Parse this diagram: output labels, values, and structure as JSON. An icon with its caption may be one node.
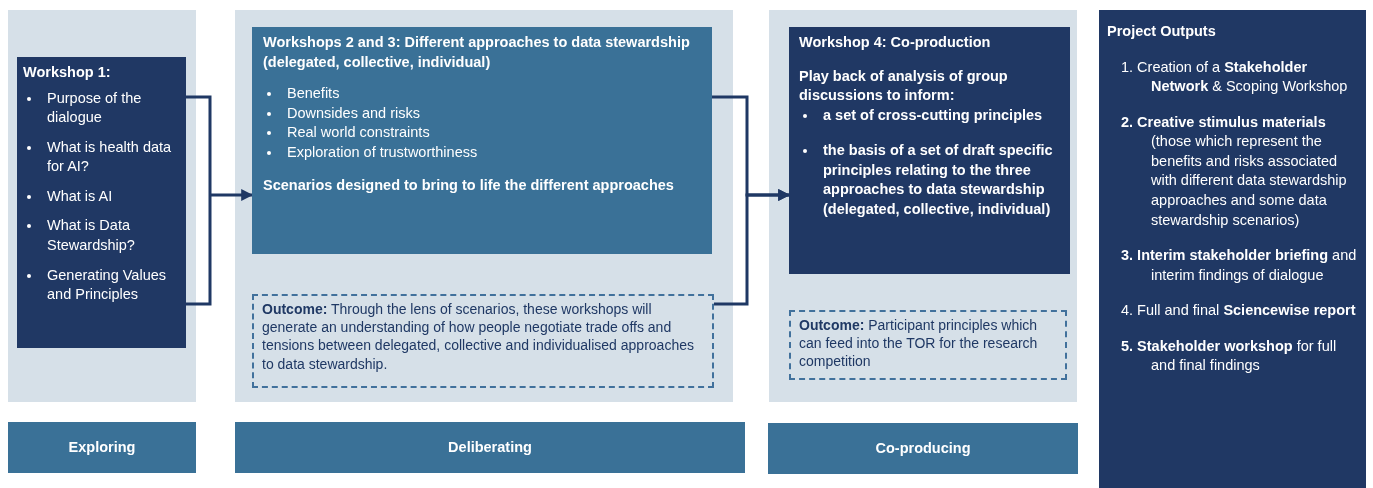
{
  "diagram": {
    "nodes": [
      {
        "text": [
          "Workshop 1:",
          "Purpose of the dialogue",
          "What is health data for AI?",
          "What is AI",
          "What is Data Stewardship?",
          "Generating Values and Principles"
        ]
      },
      {
        "text": [
          "Workshops 2 and 3: Different approaches to data stewardship (delegated, collective, individual)",
          "Benefits",
          "Downsides and risks",
          "Real world constraints",
          "Exploration of trustworthiness",
          "Scenarios designed to bring to life the different approaches"
        ]
      },
      {
        "text": [
          "**Outcome:** Through the lens of scenarios, these workshops will generate an understanding of how people negotiate trade offs and tensions between delegated, collective and individualised approaches to data stewardship."
        ]
      },
      {
        "text": [
          "Workshop 4: Co-production",
          "Play back of analysis of group discussions to inform:",
          "a set of cross-cutting principles",
          "the basis of a set of draft specific principles relating to the three approaches to data stewardship (delegated, collective, individual)"
        ]
      },
      {
        "text": [
          "**Outcome:** Participant principles which can feed into the TOR for the research competition"
        ]
      },
      {
        "text": [
          "Project Outputs",
          "1. Creation of a **Stakeholder Network** & Scoping Workshop",
          "**2. Creative stimulus materials** (those which represent the benefits and risks associated with different data stewardship approaches and some data stewardship scenarios)",
          "**3. Interim stakeholder briefing** and interim findings of dialogue",
          "4. Full and final **Sciencewise report**",
          "**5. Stakeholder workshop** for full and final findings"
        ]
      },
      {
        "text": [
          "Exploring"
        ]
      },
      {
        "text": [
          "Deliberating"
        ]
      },
      {
        "text": [
          "Co-producing"
        ]
      }
    ],
    "edges": [
      {
        "from": 0,
        "to": 1,
        "arrow": "to"
      },
      {
        "from": 1,
        "to": 3,
        "arrow": "to"
      },
      {
        "from": 2,
        "to": 3,
        "arrow": "to"
      }
    ]
  }
}
